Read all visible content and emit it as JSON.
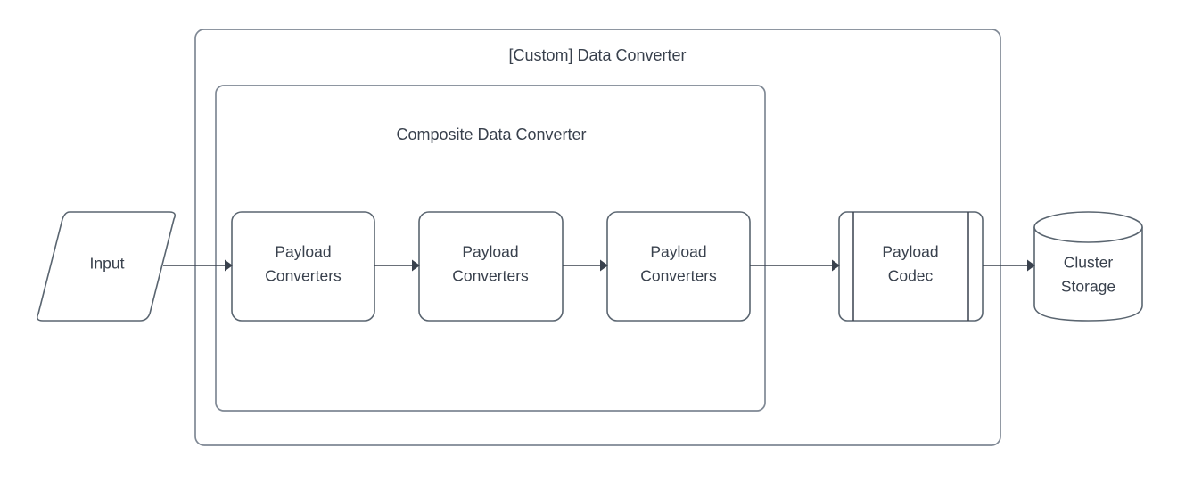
{
  "diagram": {
    "title": "[Custom] Data Converter",
    "background_color": "#ffffff",
    "stroke_color": "#5a6570",
    "text_color": "#39414d",
    "containers": [
      {
        "id": "custom-data-converter",
        "label": "[Custom] Data Converter",
        "shape": "rounded-rectangle"
      },
      {
        "id": "composite-data-converter",
        "label": "Composite Data Converter",
        "shape": "rounded-rectangle"
      }
    ],
    "nodes": [
      {
        "id": "input",
        "label": "Input",
        "shape": "parallelogram"
      },
      {
        "id": "payload-converters-1",
        "label_line1": "Payload",
        "label_line2": "Converters",
        "shape": "rounded-rectangle"
      },
      {
        "id": "payload-converters-2",
        "label_line1": "Payload",
        "label_line2": "Converters",
        "shape": "rounded-rectangle"
      },
      {
        "id": "payload-converters-3",
        "label_line1": "Payload",
        "label_line2": "Converters",
        "shape": "rounded-rectangle"
      },
      {
        "id": "payload-codec",
        "label_line1": "Payload",
        "label_line2": "Codec",
        "shape": "subprocess"
      },
      {
        "id": "cluster-storage",
        "label_line1": "Cluster",
        "label_line2": "Storage",
        "shape": "cylinder"
      }
    ],
    "edges": [
      {
        "id": "edge-input-to-pc1",
        "from": "input",
        "to": "payload-converters-1",
        "arrow": "single"
      },
      {
        "id": "edge-pc1-to-pc2",
        "from": "payload-converters-1",
        "to": "payload-converters-2",
        "arrow": "single"
      },
      {
        "id": "edge-pc2-to-pc3",
        "from": "payload-converters-2",
        "to": "payload-converters-3",
        "arrow": "single"
      },
      {
        "id": "edge-pc3-to-codec",
        "from": "payload-converters-3",
        "to": "payload-codec",
        "arrow": "single"
      },
      {
        "id": "edge-codec-to-storage",
        "from": "payload-codec",
        "to": "cluster-storage",
        "arrow": "single"
      }
    ]
  }
}
